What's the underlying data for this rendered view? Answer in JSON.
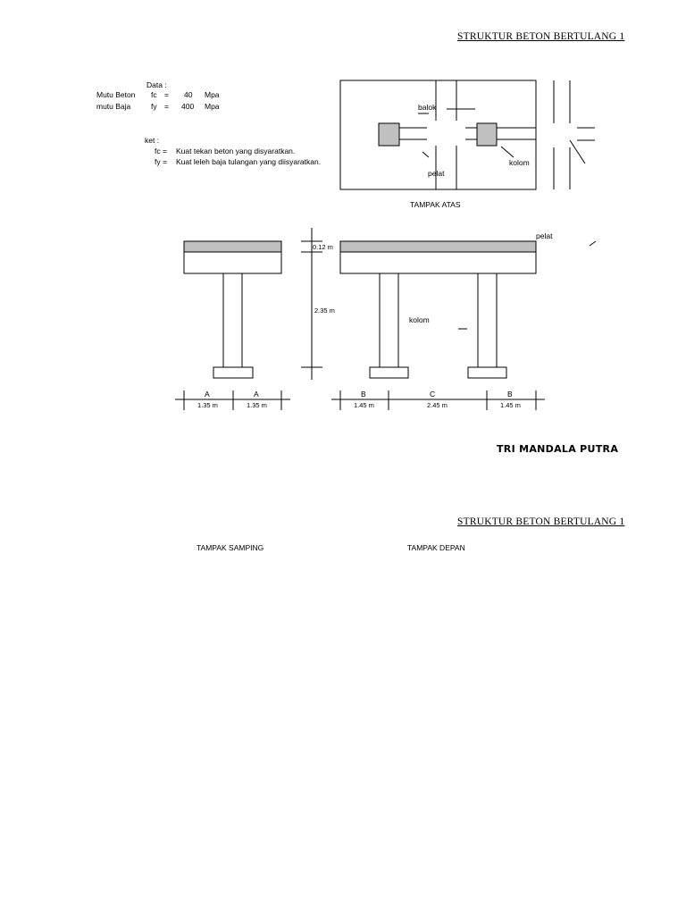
{
  "header": {
    "title": "STRUKTUR BETON BERTULANG 1"
  },
  "data_block": {
    "heading": "Data :",
    "rows": [
      {
        "label": "Mutu Beton",
        "symbol": "fc",
        "eq": "=",
        "value": "40",
        "unit": "Mpa"
      },
      {
        "label": "mutu Baja",
        "symbol": "fy",
        "eq": "=",
        "value": "400",
        "unit": "Mpa"
      }
    ],
    "ket_heading": "ket :",
    "ket": [
      {
        "symbol": "fc =",
        "desc": "Kuat tekan beton yang disyaratkan."
      },
      {
        "symbol": "fy =",
        "desc": "Kuat leleh baja tulangan yang diisyaratkan."
      }
    ]
  },
  "plan_view": {
    "caption": "TAMPAK ATAS",
    "labels": {
      "balok": "balok",
      "pelat": "pelat",
      "kolom": "kolom"
    }
  },
  "elevation": {
    "pelat_label": "pelat",
    "kolom_label": "kolom",
    "slab_thickness": "0.12 m",
    "column_height": "2.35 m",
    "side_spans": [
      {
        "letter": "A",
        "length": "1.35 m"
      },
      {
        "letter": "A",
        "length": "1.35 m"
      }
    ],
    "front_spans": [
      {
        "letter": "B",
        "length": "1.45 m"
      },
      {
        "letter": "C",
        "length": "2.45 m"
      },
      {
        "letter": "B",
        "length": "1.45 m"
      }
    ]
  },
  "author": "TRI MANDALA PUTRA",
  "page2": {
    "title": "STRUKTUR BETON BERTULANG 1",
    "tampak_samping": "TAMPAK SAMPING",
    "tampak_depan": "TAMPAK DEPAN"
  },
  "colors": {
    "ink": "#000000",
    "fill": "#c0c0c0",
    "paper": "#ffffff"
  }
}
